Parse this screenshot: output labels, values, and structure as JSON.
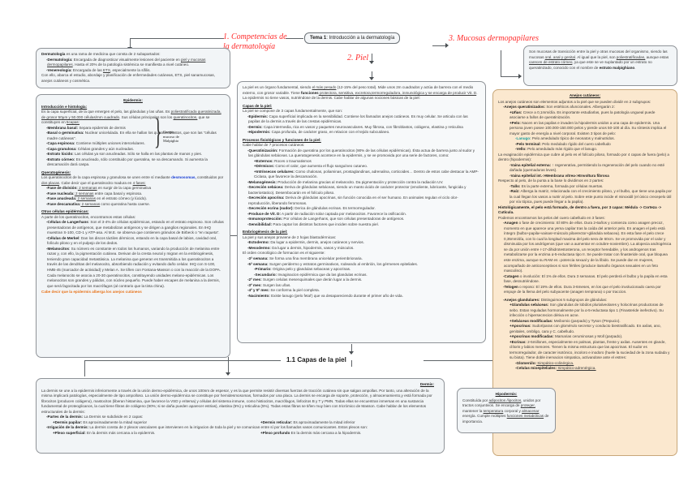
{
  "titles": {
    "tema": "Tema 1: Introducción a la dermatología",
    "tema_bold": "Tema 1",
    "tema_rest": ": Introducción a la dermatología",
    "n1": "1. Competencias de\nla dermatología",
    "n2": "2. Piel",
    "n3": "3. Mucosas dermopapilares",
    "sub11": "1.1 Capas de la piel"
  },
  "dermatologia": {
    "l1_b": "Dermatología",
    "l1": " es una rama de medicina que consta de 2 subapartados:",
    "i1_b": "-Dermatología:",
    "i1": " Encargada de diagnosticar visualmente lesiones del paciente en ",
    "i1_u": "piel y mucosas dermopapilares",
    "i1_end": ". Hasta el 20% de la patología sistémica se manifiesta a nivel cutáneo.",
    "i2_b": "-Venereología:",
    "i2": " Encargada de las ",
    "i2_u": "ETS",
    "i2_end": ", especialmente la sífilis.",
    "l2": "Con ello, abarca el estudio, abordaje y planificación de enfermedades cutáneas, ETS, piel sanamucosas, anejos cutáneos y cosmética."
  },
  "epidermis": {
    "title": "Epidermis:",
    "s1": "Introducción e histología:",
    "p1": "Es la capa superficial, de la que emergen el pelo, las glándulas y las uñas. Es ",
    "p1_u": "poliestratificada queratinizada, de grosor 50μm y 50.000 células/mm cuadrado",
    "p1_b": ". Sus células principales son los ",
    "p1_u2": "queratinocitos,",
    "p1_c": " que se constituyen en ",
    "p1_u3": "5capas:",
    "capas": [
      {
        "b": "-Membrana basal:",
        "t": " Separa epidermis de dermis"
      },
      {
        "b": "-Basal o germinativa:",
        "t": " Nuclear unicelulada. En ella se hallan los queratinoblastos, que son las \"células madre cutáneas\"."
      },
      {
        "b": "-Capa espinosa:",
        "t": " Contiene múltiples uniones intercelulares."
      },
      {
        "b": "-Capa granulosa:",
        "t": " Células grandes y aún nucleadas."
      },
      {
        "b": "-Estrato lúcido:",
        "t": " Las células ya son anucleadas. Sólo se halla en las plantas de manos y pies."
      },
      {
        "b": "-Estrato córneo:",
        "t": " Es anucleado, sólo constituido por queratina, se va descamando. Si aumenta la descamación dará caspa."
      }
    ],
    "s2": "Queratogénesis:",
    "p2": "Los queratinocitos de la capa espinosa y granulosa se unen entre sí mediante ",
    "p2_blue": "desmosomas,",
    "p2_b": " constituidos por ",
    "p2_u": "dos placas",
    "p2_c": ". Cabe decir que el queratinocito madura en ",
    "p2_u2": "4 fases:",
    "fases": [
      {
        "b": "-Fase de división:",
        "u": " 2 semanas",
        "t": " en surgir de la capa germinativa"
      },
      {
        "b": "-Fase nucleada:",
        "u": " 2 semanas",
        "t": " entre capa basal y espinosa."
      },
      {
        "b": "-Fase anucleada:",
        "u": " 2 semanas",
        "t": " en el estrato córneo (y lúcido)."
      },
      {
        "b": "-Fase descamativa:",
        "u": " 2 semanas",
        "t": " como queratina hasta caerse."
      }
    ],
    "s3": "Otras células epidérmicas:",
    "p3": "A parte de los queratinocitos, encontramos estas células:",
    "celulas": [
      {
        "b": "-Células de Langerhans",
        "t": ": Son el 3-4% de células epidérmicas, estando en el estrato espinoso. Son células presentadoras de antígenos, que metabolizan antígenos y se dirigen a ganglios regionales. En IHQ muestran S-100, CD-1 y ATP-asa. Al M.E. se observa que contienen gránulos de Birbeck o \"en raqueta\"."
      },
      {
        "b": "-Células de Merkel",
        "t": ": Dan los discos táctiles dérmicos, estando en la capa basal de labios, cavidad oral, folículo piloso y en el pulpejo de los dedos."
      },
      {
        "b": "-Melanocitos",
        "t": ": Su número es constante en todos los humanos, variando la producción de melanina entre razas y, con ello, la pigmentación cutánea. Derivan de la cresta neural y migran en la embriogénesis, teniendo gran capacidad metastásica. La melanina que generan es transmitida a los queratinocitos a través de las dendritas del melanocito, absorbiendo radiación y evitando daño celular. IHQ con S-100, HMB-45 (marcador de actividad) y Melan A. Se tiñen con Fontana-Masson o con la reacción de la DOPA. Cada melanocito se asocia a 20-30 queratinocitos, constituyendo unidades melano-epidérmicas. Los melanocitos son grandes y pálidos, con núcleo pequeño. Puede haber escapes de melanina a la dermis, que será fagocitada por los macrófagos (al contrario que la tinta china)."
      }
    ],
    "foot": "Cabe decir que la epidermis alberga los anejos cutáneos"
  },
  "brace_label": "Cuerpo\nmucoso de\nMalpighio",
  "piel": {
    "p1": "La piel es un órgano fundamental, siendo ",
    "p1_u": "el más pesado",
    "p1_b": " (12-15% del peso total). Mide unos 2m cuadrados y actúa de barrera con el medio externo, con grosor variable. Tiene ",
    "p1_bold": "funciones",
    "p1_u2": " protectora, sensitiva, excretora,termorreguladora, inmunológica y se encarga de producir Vit. D",
    "p1_end": ". La epidermis no tiene vasos, nutriéndose de la dermis. Cabe hablar de algunas nociones básicas de la piel:",
    "s1": "Capas de la piel:",
    "s1p": "La piel se compone de 3 capas fundamentalmente, que son:",
    "capas": [
      {
        "b": "-Epidermis:",
        "t": " Capa superficial implicada en la sensibilidad. Contiene los llamados anejos cutáneos. Es muy celular. Se articula con las papilas de la dermis a través de las crestas epidérmicas."
      },
      {
        "b": "-Dermis:",
        "t": " Capa intermedia, rica en vasos y paquetes neurovasculares. Muy fibrosa, con fibroblastos, colágeno, elastina y reticulina"
      },
      {
        "b": "-Hipodermis:",
        "t": " Capa profunda, de carácter graso, en relacion con el tejido subcutáneo."
      }
    ],
    "s2": "Procesos fisiológicos y funciones de la piel:",
    "s2p": "Cabe hablar de 7 procesos cutáneos:",
    "procesos": [
      {
        "b": "-Queratinización:",
        "t": " Formación de queratina por los queratinocitos (90% de las células epidérmicas). Ésta actua de barrera junto al sudor y las glándulas sebáceas. La queratogenesis acontece en la epidermis, y se ve promovida por una serie de factores, como:"
      },
      {
        "b": "+Externos:",
        "t": " Roces o traumatismos",
        "lvl": 2
      },
      {
        "b": "+Dérmicos:",
        "t": " Como el calor, que aumenta el flujo sanguíneo cutaneo.",
        "lvl": 2
      },
      {
        "b": "+Intrínsecos celulares:",
        "t": " Como chalonas, poliaminas, prostaglandinas, adrenalina, corticoides… Dentro de estos cabe destacar la AMP-Ciclasa, que favorece la descamación.",
        "lvl": 2
      },
      {
        "b": "-Melanogénesis:",
        "t": " Producción de melanina gracias al melanocito. Da pigmentación y protección contra la radiación UV."
      },
      {
        "b": "-Secreción sebácea:",
        "t": " Deriva de glándulas sebáceas, siendo un manto ácido de carácter protector (emoliente, lubricante, fungicida y bacteriostatico). Desembocarán en el folículo piloso."
      },
      {
        "b": "-Secreción apocrina:",
        "t": " Deriva de glándulas apocrinas, sin función conocida en el ser humano. En animales regulan el ciclo olor-reproducción, liberando feromonas."
      },
      {
        "b": "-Secreción ecrina (sudor):",
        "t": " Derica de glándulas ecrinas. Es termorregulador."
      },
      {
        "b": "-Produce de Vit. D:",
        "t": " A partir de radiación solar captada por melanocitos. Favorece la osificación."
      },
      {
        "b": "-Inmunoprotección:",
        "t": " Por células de Langerhans, que son células presentadoras de antígenos."
      },
      {
        "b": "-Sensibilidad:",
        "t": " Para captar los distintos factores que inciden sobre nuestra piel."
      }
    ],
    "s3": "Embriogénesis de la piel:",
    "s3p": "La piel y sus anejos proviene de 2 hojas blastodérmicas:",
    "embrio": [
      {
        "b": "-Ectodermo:",
        "t": " Da lugar a epidermis, dermis, anejos cutáneos y nervios."
      },
      {
        "b": "-Mesodermo:",
        "t": " Da lugar a dermis, hipodermis, vasos y músculos."
      }
    ],
    "s3p2": "El orden cronológico de formacion es el siguiente:",
    "orden": [
      {
        "b": "-3ª semana:",
        "t": " Se forma una fina membrana unicelular periembrionaria."
      },
      {
        "b": "-5ª semana:",
        "t": " Surgen peridermo y estratos germinativos, rodeando al embrión, los gérmenes epiteliales."
      },
      {
        "b": "-Primario:",
        "t": " Origina pelo y glandulas sebaceas y apocrinas.",
        "lvl": 2
      },
      {
        "b": "-Secundario:",
        "t": " Invaginacion epidérmica que da las glandulas ecrinas.",
        "lvl": 2
      },
      {
        "b": "-2º mes:",
        "t": " Surgen celulas mesenquimales que derán lugar a la dermis."
      },
      {
        "b": "-3º mes:",
        "t": " Surgen las uñas."
      },
      {
        "b": "-4º y 5º mes:",
        "t": " Se conforma la piel completa."
      },
      {
        "b": "-Nacimiento:",
        "t": " Existe lanugo (pelo fetal') que va desapareciendo durante el primer año de vida."
      }
    ]
  },
  "mucosas": {
    "t": "Son mucosas de transicción entre la piel y otras mucosas del organismo, siendo las mucosas ",
    "u1": "oral, anal y genital",
    "t2": ". Al igual que la piel, son ",
    "u2": "poliestratificadas,",
    "t3": " aunque estas ",
    "u3": "carecen de estrato córneo",
    "t4": ", ya que este se ve suplantado por un estrato no queratinizado, conocido con el nombre de ",
    "b1": "estrato malpighiano",
    "t5": "."
  },
  "anejos": {
    "title": "Anejos cutáneos:",
    "intro": "Los anejos cutáneos son elementos adjuntos a la piel que se pueden dividir en 2 subgrupos:",
    "quer_b": "-Anejos queratinizados:",
    "quer_t": " Son estéticos afuncionales. Albergarán 2:",
    "items": [
      {
        "b": "+Uñas:",
        "t": " Crece a 0,1mm/día. Es importante estudiarlas, pues la patología ungueal puede asociarse a fallos de queratinización.",
        "lvl": 2
      },
      {
        "b": "+Pelo:",
        "t": " Nacen en las papilas e invaden la hipodermis unidos a una capa de epidermis. Una persona joven posee 100.000-150.000 pelos y pierde unos 50-100 al día. Su síntesis implica el mayor gasto de energía a nivel corporal. Existen 3 tipos de pelo:",
        "lvl": 2
      },
      {
        "b": "-Lanugo:",
        "t": " Pelo amedulado típico de neonatos y malnutridos.",
        "lvl": 3,
        "color": "teal"
      },
      {
        "b": "-Pelo terminal:",
        "t": " Pelo medulado rígido del cuero cabelludo",
        "lvl": 3
      },
      {
        "b": "-Vello:",
        "t": " Pelo amedulado más rígido que el lanugo.",
        "lvl": 3
      }
    ],
    "foliculo": "La evaginación epidérmica que cubre al pelo es el folículo piloso, formado por 4 capas de fuera (pelo) a dentro (hipodermis):",
    "capas": [
      {
        "b": "-Vaina epitelial externa:",
        "t": " ↑ regenerativa, permitiendo la regeneración del pelo cuando no esté dañada (quemaduras leves).",
        "lvl": 2
      },
      {
        "b": "-Vaina epitelial int.->Membrana vítrea->Envoltura fibrosa",
        "t": "",
        "lvl": 2
      }
    ],
    "pelo_resp": "Respecto al pelo, de la punta a la base lo dividimos en 2 partes:",
    "partes": [
      {
        "b": "-Tallo:",
        "t": " Es la parte externa, formada por células muertas.",
        "lvl": 2
      },
      {
        "b": "-Raíz:",
        "t": " Alberga la matriz, relacionada con el crecimiento piloso, y el bulbo, que tiene una papila por la cual llegan los vasos a nutrir al pelo. Sobre este punto incide el minoxidil (el único crecepelo útil por vía tópica, pues puede llegar a la papila).",
        "lvl": 2
      }
    ],
    "histo": "Histológicamente, el pelo está formado, de dentro a fuera, por 3 capas: Médula -> Corteza -> Cutícula.",
    "fases_intro": "Podemos encontrarnos los pelos del cuero cabelludo en 3 fases:",
    "fases": [
      {
        "b": "-Anagen",
        "t": " o fase de crecimiento: El 80% de ellos. Dura 2-6años y comienza como anagen precoz, momento en que aparece una yema capilar tras la caída del anterior pelo. En anagen el pelo está íntegro (bulbo+papila+vainas+músculo piloerector+glándula sebacea). En esta fase el pelo crece 0,35mm/día, con lo cual la longitud maxima del pelo sera de 60cm. Se ve promovida por el calor y disminuida por los andrógenos (que van a aumentar en octubre-noviembre). La alopecia androgénica se da por unión entre r-17-dihidrotestosterona, un receptor heredable, y los androgenos tras metabolizarse por la enzima α-5-reductasa tipo II. Se puede tratar con finasteride oral, que bloquea este enzima, aunque su RAM es ↓potencia sexual y de la líbido. Se puede dar en mujeres, acompañado de anticonceptivos si son fértiles (produce itamaño órganos sexuales en un feto masculino)."
      },
      {
        "b": "-Catagen",
        "t": " o involución: El 1% de ellos. Dura 3 semanas. El pelo perderá el bulbo y la papila en esta fase, desnutriéndose."
      },
      {
        "b": "-Telogen",
        "t": " o reposo: El 19% de ellos. Dura 3-6meses, en los que el pelo involucionado caera por empuje de la llema del pelo subyacente (anagen temprana) o por traccion."
      }
    ],
    "gland_b": "-Anejos glandulares:",
    "gland_t": " Distinguimos 5 subgrupos de glándulas:",
    "glands": [
      {
        "b": "+Glandulas sebáceas:",
        "t": " Son glandulas de lobúlos plurialveolares y holocrinas productoras de sebo. Estan reguladas hormonalmente por la α-5-reductasa tipo 1 (Finasteride inefectivo). Su infección o hipersecrecion dériva en acne.",
        "lvl": 2
      },
      {
        "b": "+Sebáceas modificadas:",
        "t": " Meibomio (parpado) y Tyson (Prepucio).",
        "lvl": 2
      },
      {
        "b": "+Apocrinas:",
        "t": " Sudoríparas con glomérulo secretor y conducto biestratificado. En axilas, ano, genitales, ombligo, cara y C. cabelludo.",
        "lvl": 2
      },
      {
        "b": "+Apocrinas modificadas:",
        "t": " Mamarias ceruminosas y Moll (parpado).",
        "lvl": 2
      },
      {
        "b": "+Ecrinas:",
        "t": " 2-5millones, especialmente en palmas, plantas, frente y axilas. Ausentes en glande, clítoris y labios menores. Tienen la misma estructura que las apocrinas. El sudor es termorregulador, de caracter isotónico, incoloro e inodoro (huele la suciedad de la zona sudada y su biota). Tiene doble inervacion simpatica, activandose ante el estres:",
        "lvl": 2
      },
      {
        "b": "-Glomerúlo:",
        "t": " Simpático-colinérgica.",
        "lvl": 3
      },
      {
        "b": "-Celulas mioepiteliales:",
        "t": " Simpático-adrenérgica.",
        "lvl": 3
      }
    ]
  },
  "dermis": {
    "title": "Dermis:",
    "p1": "La dermis se une a la epidermis inferiormente a través de la unión dermo-epidérmica, de unos 100nm de espesor, y es la que permite resistir diversas fuerzas de tracción cutánea sin que salgan ampollas. Por tanto, una alteración de la misma implicará patologías, especialmente de tipo ampolloso. La unión dermo-epidérmica se constituye por hemidesmosomas, formados por una placa. La dermis se encarga de soporte, protección, y almacenamiento,y está formada por fibrocitos (producen colágeno), mastocitos (liberan histamina, que favorece la VSD y eritema) y células del sistema inmune, como histiocitos, macrófagos, linfocitos B y T y PMN. Todas ellas se encuentran inmersas en una sustancia fundamental de proteoglicanos, la cual tiene fibras de colágeno (90%; si se daña pueden aparecer estrias), elastina (5%) y reticulina (5%). Todas estas fibras se tiñen muy bien con tricrómico de Masson. Cabe hablar de los elementos estructurales de la dermis:",
    "items": [
      {
        "b": "-Partes de la dermis:",
        "t": " La Dermis se subdivide en 2 capas:"
      },
      {
        "b": "+Dermis papilar:",
        "t": " Es aproximadamente la mitad superior",
        "lvl": 2,
        "right_b": "+Dermis reticular:",
        "right_t": " Es aproximadamente la mitad inferior"
      },
      {
        "b": "-Irrigación de la dermis:",
        "t": " La dermis consta de 2 plexos vasculares que intervienen en la irrigacion de toda la piel y se comunican entre sí por los llamados vasos comunicantes. Estos plexos son:"
      },
      {
        "b": "+Plexo superficial:",
        "t": " En la dermis más cercana a la epidermis.",
        "lvl": 2,
        "right_b": "+Plexo profundo",
        "right_t": " En la dermis más cercana a la hipodermis."
      }
    ]
  },
  "hipodermis": {
    "title": "Hipodermis:",
    "t": "Constituída por ",
    "u1": "adipocitos /lipocitos",
    "t2": ", unidos por tractos conjuntivos. Se encarga de ",
    "u2": "proteger,",
    "t3": " mantener la ",
    "u3": "temperatura",
    "t4": " corporal y ",
    "u4": "almacenar",
    "t5": " energía. Cumple múltiples ",
    "u5": "funciones metabólicas",
    "t6": " de importancia."
  }
}
